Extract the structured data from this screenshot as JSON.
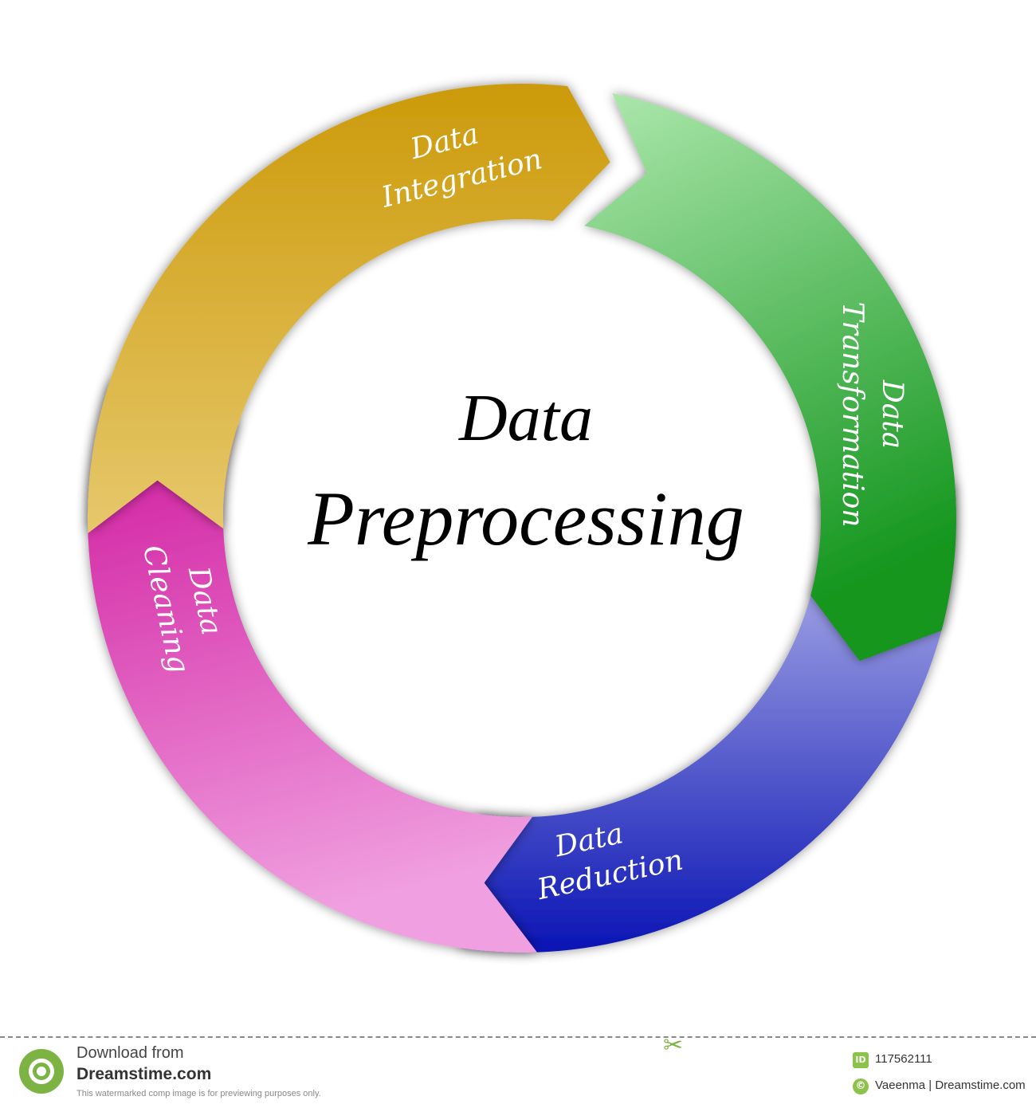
{
  "diagram": {
    "title_line1": "Data",
    "title_line2": "Preprocessing",
    "segments": [
      {
        "id": "integration",
        "line1": "Data",
        "line2": "Integration",
        "color_start": "#cc9a0a",
        "color_end": "#e6c86c"
      },
      {
        "id": "transformation",
        "line1": "Data",
        "line2": "Transformation",
        "color_start": "#aee8ae",
        "color_end": "#14961e"
      },
      {
        "id": "reduction",
        "line1": "Data",
        "line2": "Reduction",
        "color_start": "#c8c8f0",
        "color_end": "#0a14b4"
      },
      {
        "id": "cleaning",
        "line1": "Data",
        "line2": "Cleaning",
        "color_start": "#cc0a96",
        "color_end": "#f0a0e0"
      }
    ]
  },
  "footer": {
    "download_from": "Download from",
    "site": "Dreamstime.com",
    "disclaimer": "This watermarked comp image is for previewing purposes only.",
    "id_badge": "ID",
    "image_id": "117562111",
    "copyright_badge": "©",
    "author": "Vaeenma | Dreamstime.com"
  }
}
